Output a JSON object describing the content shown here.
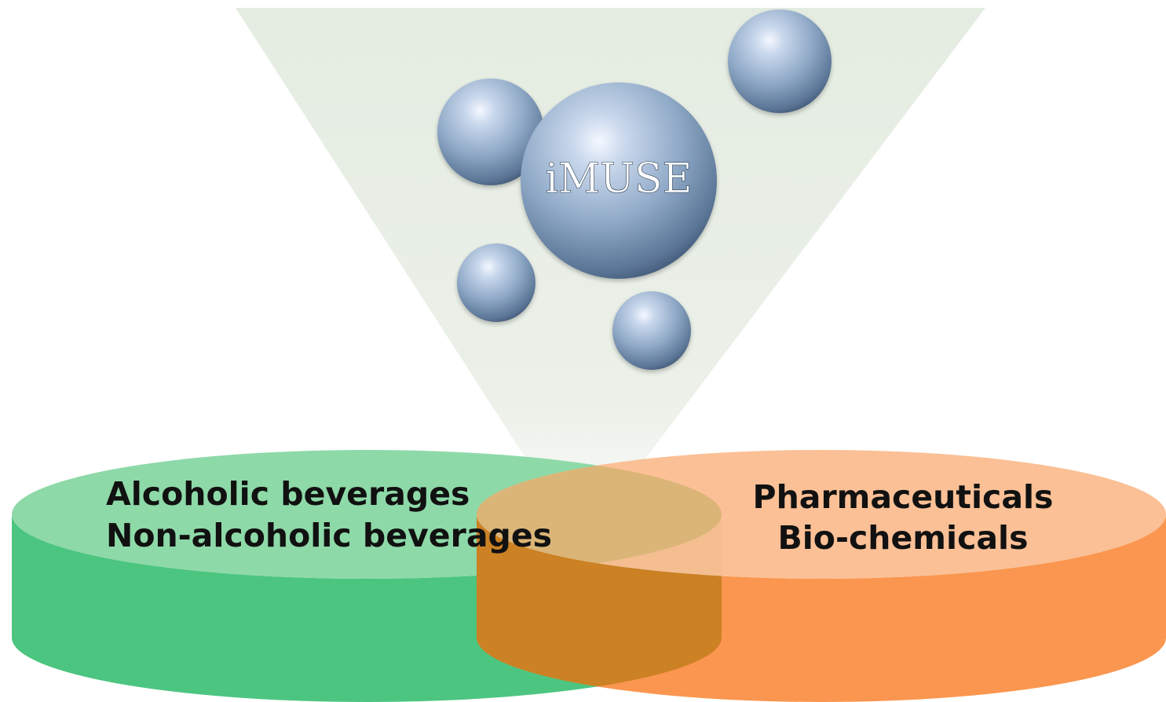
{
  "center": {
    "label": "iMUSE"
  },
  "left_disc": {
    "lines": [
      "Alcoholic beverages",
      "Non-alcoholic beverages"
    ]
  },
  "right_disc": {
    "lines": [
      "Pharmaceuticals",
      "Bio-chemicals"
    ]
  },
  "colors": {
    "funnel": "#e6ede2",
    "sphere": "#8fa9c7",
    "sphere_highlight": "#f4f8ff",
    "sphere_shadow": "#3f5674",
    "left_top": "#8ed9a8",
    "left_side": "#4cc580",
    "right_top": "#fbbd92",
    "right_side": "#fa9248",
    "overlap_top": "#dbb577",
    "overlap_side": "#cb8124"
  }
}
